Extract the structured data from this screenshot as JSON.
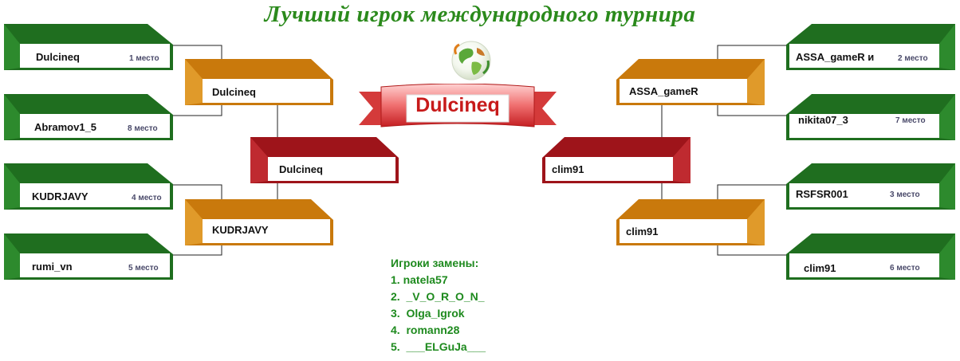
{
  "title": "Лучший игрок международного турнира",
  "winner": "Dulcineq",
  "left": {
    "round1": [
      {
        "name": "Dulcineq",
        "place": "1 место"
      },
      {
        "name": "Abramov1_5",
        "place": "8 место"
      },
      {
        "name": "KUDRJAVY",
        "place": "4 место"
      },
      {
        "name": "rumi_vn",
        "place": "5 место"
      }
    ],
    "round2": [
      "Dulcineq",
      "KUDRJAVY"
    ],
    "final": "Dulcineq"
  },
  "right": {
    "round1": [
      {
        "name": "ASSA_gameR и",
        "place": "2 место"
      },
      {
        "name": "nikita07_3",
        "place": "7 место"
      },
      {
        "name": "RSFSR001",
        "place": "3 место"
      },
      {
        "name": "clim91",
        "place": "6 место"
      }
    ],
    "round2": [
      "ASSA_gameR",
      "clim91"
    ],
    "final": "clim91"
  },
  "substitutes": {
    "heading": "Игроки замены:",
    "items": [
      "1. natela57",
      "2.  _V_O_R_O_N_",
      "3.  Olga_Igrok",
      "4.  romann28",
      "5.  ___ELGuJa___"
    ]
  },
  "colors": {
    "green": "#1f6e1f",
    "orange": "#d9820f",
    "red": "#a3141a",
    "title": "#2b8a1c",
    "winner_text": "#c71a1a"
  }
}
